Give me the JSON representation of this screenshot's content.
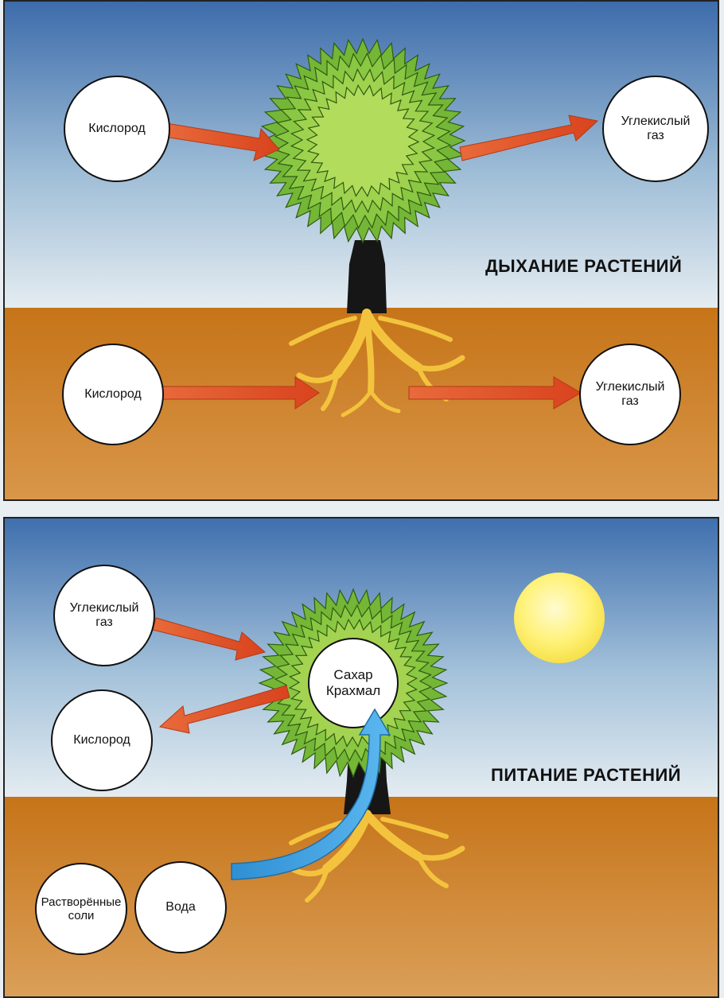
{
  "panel_respiration": {
    "title": "ДЫХАНИЕ РАСТЕНИЙ",
    "top_left_label": "Кислород",
    "top_right_label": "Углекислый\nгаз",
    "bottom_left_label": "Кислород",
    "bottom_right_label": "Углекислый\nгаз"
  },
  "panel_nutrition": {
    "title": "ПИТАНИЕ РАСТЕНИЙ",
    "input_gas_label": "Углекислый\nгаз",
    "output_oxygen_label": "Кислород",
    "crown_label": "Сахар\nКрахмал",
    "salts_label": "Растворённые\nсоли",
    "water_label": "Вода"
  },
  "colors": {
    "sky_top": "#3f6fae",
    "sky_bottom": "#dde8f0",
    "soil": "#c97a1e",
    "crown_outer": "#7fbf3a",
    "crown_inner": "#a8d44e",
    "trunk": "#1a1a1a",
    "roots": "#f2c23c",
    "arrow_red": "#e0582a",
    "arrow_blue": "#3a9ad9",
    "sun": "#fff27a"
  }
}
